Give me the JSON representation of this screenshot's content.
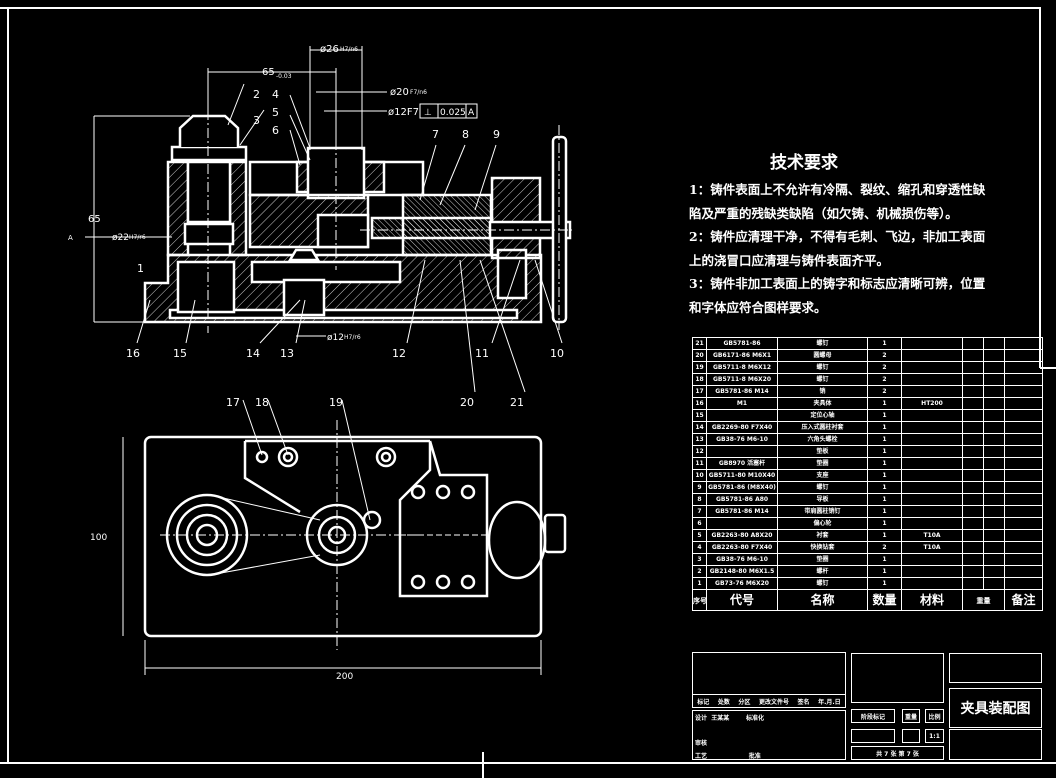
{
  "drawing": {
    "dims": {
      "d26": "ø26",
      "d26_fit": "H7/n6",
      "d65": "65",
      "d65_tol": "-0.03",
      "d20": "ø20",
      "d20_fit": "F7/n6",
      "d12": "ø12F7",
      "gtol_sym": "⊥",
      "gtol_val": "0.025",
      "gtol_ref": "A",
      "h65": "65",
      "d22": "ø22",
      "d22_fit": "H7/r6",
      "d12b": "ø12",
      "d12b_fit": "H7/r6",
      "w100": "100",
      "w200": "200",
      "datum": "A"
    },
    "balloons": [
      "1",
      "2",
      "3",
      "4",
      "5",
      "6",
      "7",
      "8",
      "9",
      "10",
      "11",
      "12",
      "13",
      "14",
      "15",
      "16",
      "17",
      "18",
      "19",
      "20",
      "21"
    ]
  },
  "requirements": {
    "title": "技术要求",
    "items": [
      "1：铸件表面上不允许有冷隔、裂纹、缩孔和穿透性缺陷及严重的残缺类缺陷（如欠铸、机械损伤等）。",
      "2：铸件应清理干净，不得有毛刺、飞边，非加工表面上的浇冒口应清理与铸件表面齐平。",
      "3：铸件非加工表面上的铸字和标志应清晰可辨，位置和字体应符合图样要求。"
    ]
  },
  "bom": {
    "rows": [
      [
        "21",
        "GB5781-86",
        "螺钉",
        "1",
        ""
      ],
      [
        "20",
        "GB6171-86 M6X1",
        "圆螺母",
        "2",
        ""
      ],
      [
        "19",
        "GB5711-8 M6X12",
        "螺钉",
        "2",
        ""
      ],
      [
        "18",
        "GB5711-8 M6X20",
        "螺钉",
        "2",
        ""
      ],
      [
        "17",
        "GB5781-86 M14",
        "销",
        "2",
        ""
      ],
      [
        "16",
        "M1",
        "夹具体",
        "1",
        "HT200"
      ],
      [
        "15",
        "",
        "定位心轴",
        "1",
        ""
      ],
      [
        "14",
        "GB2269-80 F7X40",
        "压入式圆柱衬套",
        "1",
        ""
      ],
      [
        "13",
        "GB38-76 M6-10",
        "六角头螺栓",
        "1",
        ""
      ],
      [
        "12",
        "",
        "垫板",
        "1",
        ""
      ],
      [
        "11",
        "GB8970 活塞杆",
        "垫圈",
        "1",
        ""
      ],
      [
        "10",
        "GB5711-80 M10X40",
        "支座",
        "1",
        ""
      ],
      [
        "9",
        "GB5781-86 (M8X40)",
        "螺钉",
        "1",
        ""
      ],
      [
        "8",
        "GB5781-86 A80",
        "导板",
        "1",
        ""
      ],
      [
        "7",
        "GB5781-86 M14",
        "带肩圆柱销钉",
        "1",
        ""
      ],
      [
        "6",
        "",
        "偏心轮",
        "1",
        ""
      ],
      [
        "5",
        "GB2263-80 A8X20",
        "衬套",
        "1",
        "T10A"
      ],
      [
        "4",
        "GB2263-80 F7X40",
        "快换钻套",
        "2",
        "T10A"
      ],
      [
        "3",
        "GB38-76 M6-10",
        "垫圈",
        "1",
        ""
      ],
      [
        "2",
        "GB2148-80 M6X1.5",
        "螺杆",
        "1",
        ""
      ],
      [
        "1",
        "GB73-76 M6X20",
        "螺钉",
        "1",
        ""
      ]
    ],
    "header": {
      "no": "序号",
      "code": "代号",
      "name": "名称",
      "qty": "数量",
      "material": "材料",
      "weight": "重量",
      "remark": "备注"
    }
  },
  "title_block": {
    "title": "夹具装配图",
    "labels": {
      "mark": "标记",
      "count": "处数",
      "zone": "分区",
      "doc": "更改文件号",
      "sign": "签名",
      "date": "年.月.日",
      "design": "设计",
      "designer": "王某某",
      "std": "标准化",
      "review": "审核",
      "process": "工艺",
      "approve": "批准",
      "stage": "阶段标记",
      "weight": "重量",
      "scale": "比例",
      "scale_val": "1:1",
      "sheets": "共 7 张  第 7 张"
    }
  }
}
